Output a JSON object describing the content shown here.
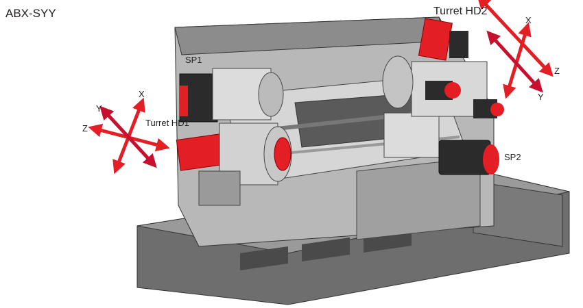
{
  "title": "ABX-SYY",
  "labels": {
    "turret_hd2": "Turret HD2",
    "turret_hd1": "Turret HD1",
    "sp1": "SP1",
    "sp2": "SP2"
  },
  "axes_hd2": {
    "x": "X",
    "y": "Y",
    "z": "Z"
  },
  "axes_hd1": {
    "x": "X",
    "y": "Y",
    "z": "Z"
  },
  "colors": {
    "accent_red": "#e31e24",
    "dark_red": "#c8102e",
    "machine_gray": "#8a8a8a",
    "machine_dark": "#5a5a5a",
    "machine_light": "#d8d8d8"
  }
}
